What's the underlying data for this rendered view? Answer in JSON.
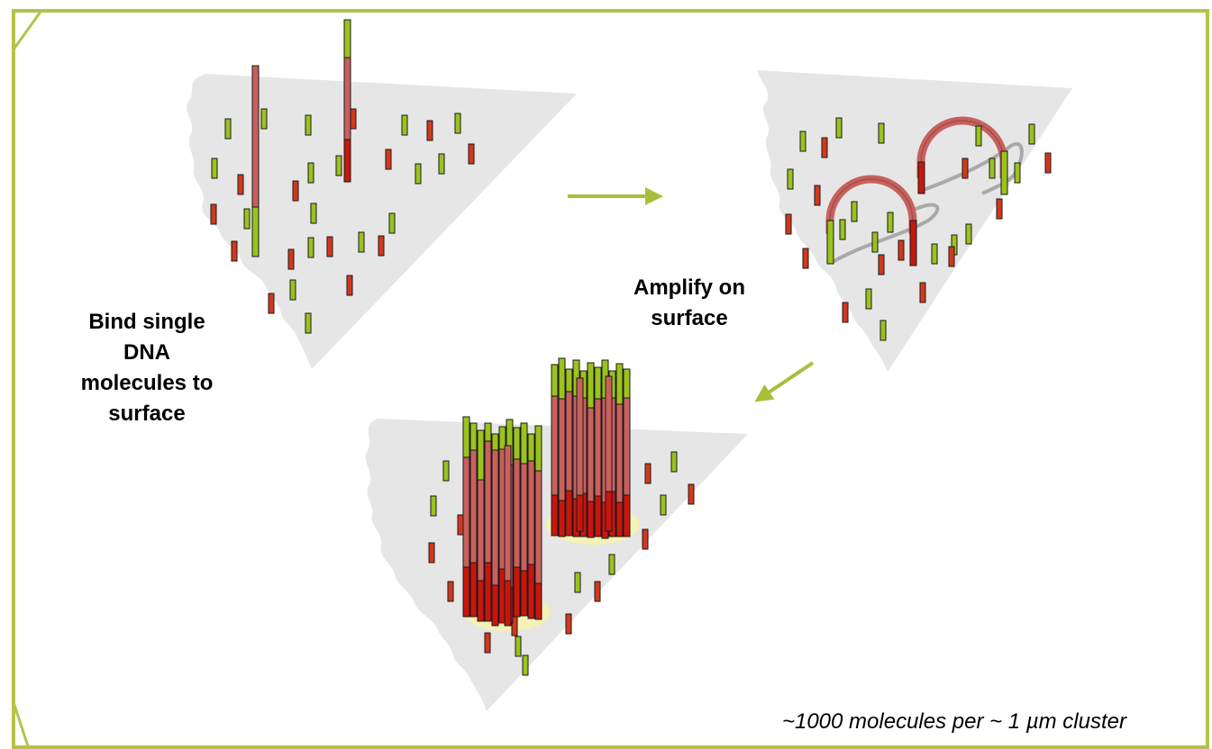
{
  "captions": {
    "bind": [
      "Bind single",
      "DNA",
      "molecules to",
      "surface"
    ],
    "amplify": [
      "Amplify on",
      "surface"
    ],
    "cluster": "~1000 molecules per ~ 1 µm cluster"
  },
  "colors": {
    "frame": "#b5c34a",
    "surface": "#e6e6e6",
    "primer_green": "#9bc21d",
    "primer_red": "#d2381c",
    "strand_body": "#c8605d",
    "strand_red": "#c8160e",
    "bridge_gray": "#a9a9a9",
    "cluster_glow": "#f4f2b4",
    "arrow": "#a9bf3a"
  },
  "icons": [
    "right-arrow-icon",
    "down-left-arrow-icon"
  ]
}
